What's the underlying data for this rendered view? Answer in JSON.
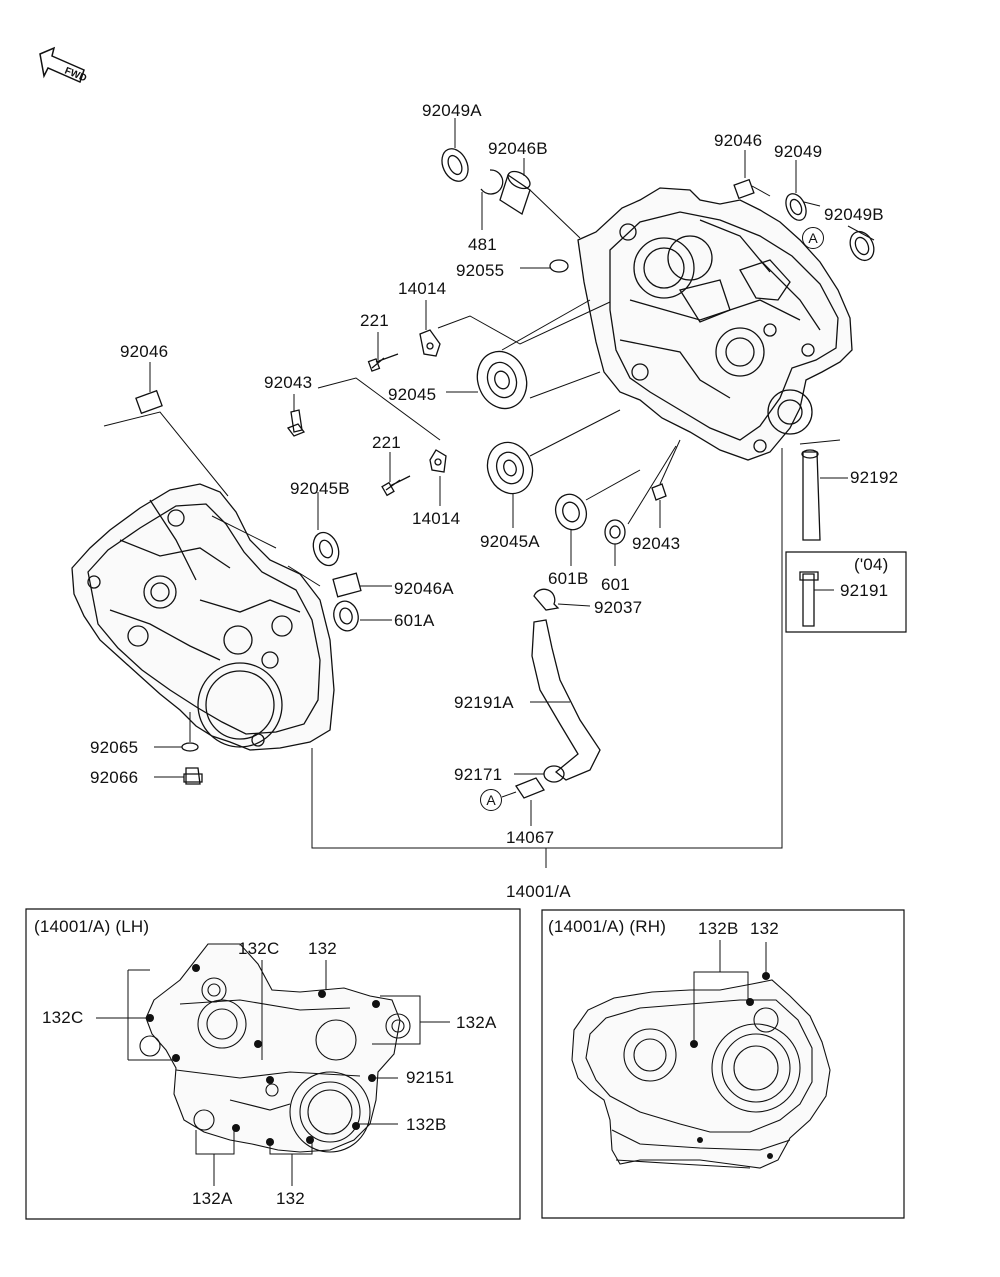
{
  "labels": {
    "p92049A": "92049A",
    "p481": "481",
    "p92046B": "92046B",
    "p92046_top": "92046",
    "p92049": "92049",
    "p92049B": "92049B",
    "p92055": "92055",
    "p14014_top": "14014",
    "p221_top": "221",
    "p92046_left": "92046",
    "p92043_left": "92043",
    "p92045": "92045",
    "p221_mid": "221",
    "p14014_mid": "14014",
    "p92045B": "92045B",
    "p92045A": "92045A",
    "p601B": "601B",
    "p601": "601",
    "p92043_right": "92043",
    "p92192": "92192",
    "p04": "('04)",
    "p92191": "92191",
    "p92046A": "92046A",
    "p601A": "601A",
    "p92037": "92037",
    "p92191A": "92191A",
    "p92065": "92065",
    "p92066": "92066",
    "p92171": "92171",
    "p14067": "14067",
    "p14001A": "14001/A",
    "circleA1": "A",
    "circleA2": "A",
    "fwd": "FWD"
  },
  "lh_box": {
    "title": "(14001/A)  (LH)",
    "p132C_top": "132C",
    "p132_top": "132",
    "p132C_left": "132C",
    "p132A_right": "132A",
    "p92151": "92151",
    "p132B": "132B",
    "p132A_bottom": "132A",
    "p132_bottom": "132"
  },
  "rh_box": {
    "title": "(14001/A)  (RH)",
    "p132B": "132B",
    "p132": "132"
  }
}
